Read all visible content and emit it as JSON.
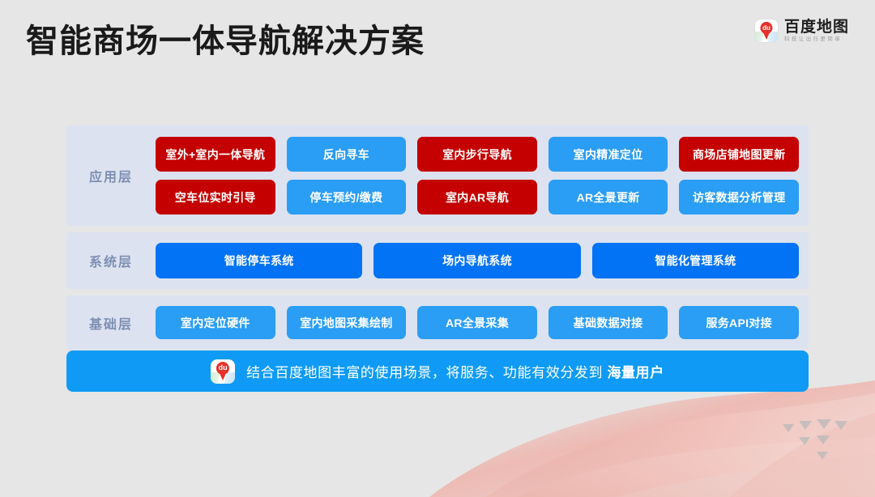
{
  "header": {
    "title": "智能商场一体导航解决方案",
    "brand": {
      "name": "百度地图",
      "tagline": "科技让出行更简单",
      "logo_text": "du"
    }
  },
  "colors": {
    "background": "#E6E6E6",
    "panel": "#DCE2F0",
    "red": "#C40000",
    "blue": "#2A9DF4",
    "vivid_blue": "#0273F5",
    "banner_blue": "#0F9BF5",
    "label_text": "#7E8FB2"
  },
  "layers": [
    {
      "label": "应用层",
      "rows": [
        [
          {
            "text": "室外+室内一体导航",
            "color": "red"
          },
          {
            "text": "反向寻车",
            "color": "blue"
          },
          {
            "text": "室内步行导航",
            "color": "red"
          },
          {
            "text": "室内精准定位",
            "color": "blue"
          },
          {
            "text": "商场店铺地图更新",
            "color": "red"
          }
        ],
        [
          {
            "text": "空车位实时引导",
            "color": "red"
          },
          {
            "text": "停车预约/缴费",
            "color": "blue"
          },
          {
            "text": "室内AR导航",
            "color": "red"
          },
          {
            "text": "AR全景更新",
            "color": "blue"
          },
          {
            "text": "访客数据分析管理",
            "color": "blue"
          }
        ]
      ]
    },
    {
      "label": "系统层",
      "rows": [
        [
          {
            "text": "智能停车系统",
            "color": "vivid"
          },
          {
            "text": "场内导航系统",
            "color": "vivid"
          },
          {
            "text": "智能化管理系统",
            "color": "vivid"
          }
        ]
      ]
    },
    {
      "label": "基础层",
      "rows": [
        [
          {
            "text": "室内定位硬件",
            "color": "blue"
          },
          {
            "text": "室内地图采集绘制",
            "color": "blue"
          },
          {
            "text": "AR全景采集",
            "color": "blue"
          },
          {
            "text": "基础数据对接",
            "color": "blue"
          },
          {
            "text": "服务API对接",
            "color": "blue"
          }
        ]
      ]
    }
  ],
  "banner": {
    "logo_text": "du",
    "text_plain": "结合百度地图丰富的使用场景，将服务、功能有效分发到 ",
    "text_bold": "海量用户"
  }
}
